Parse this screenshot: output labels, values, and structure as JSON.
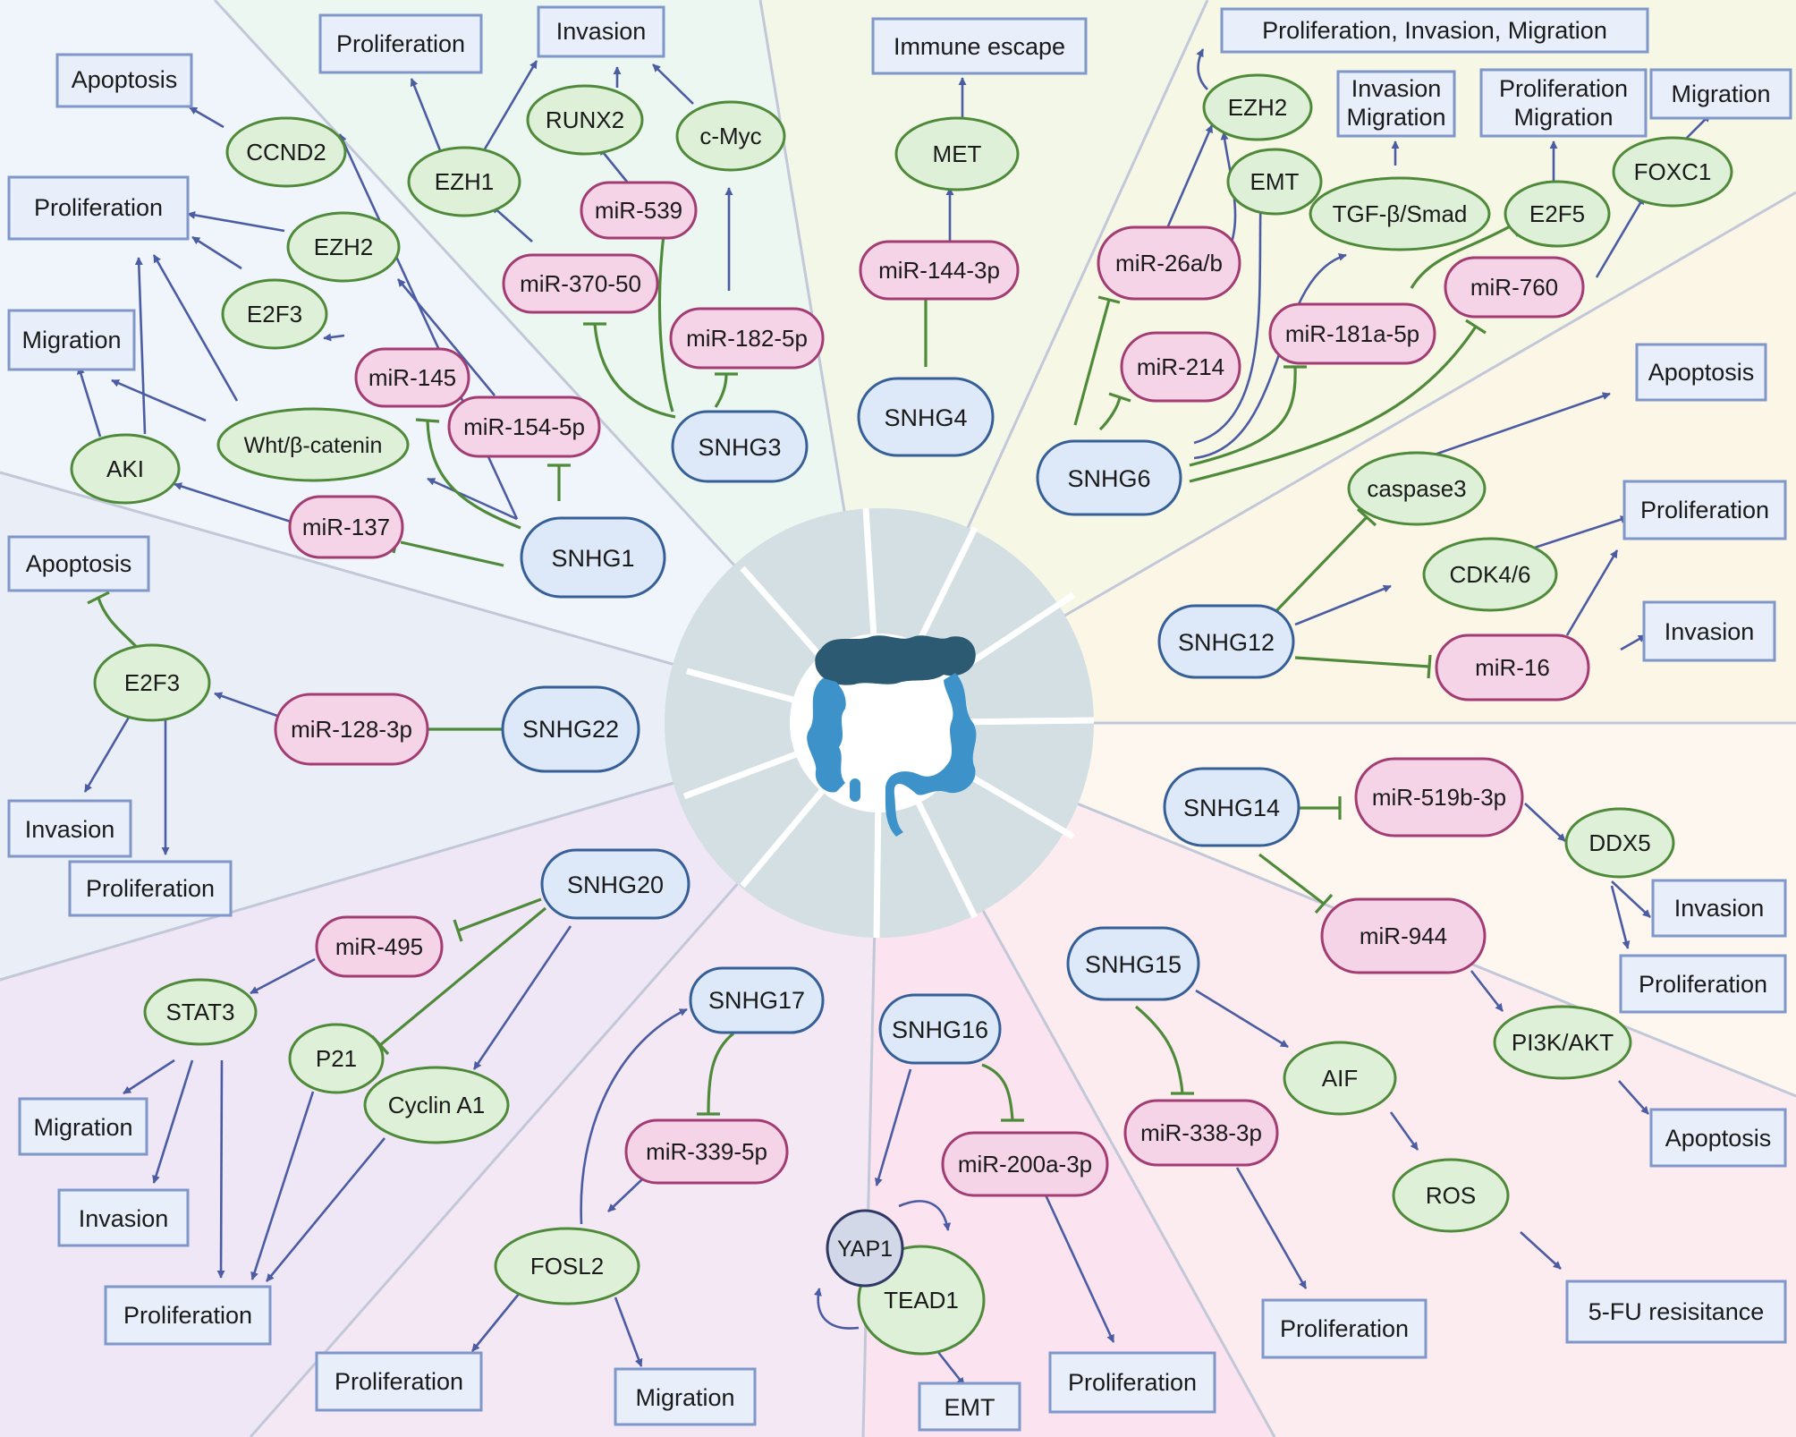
{
  "colors": {
    "outcome_fill": "#e9eefb",
    "outcome_stroke": "#7f97c9",
    "snhg_fill": "#dde9f8",
    "snhg_stroke": "#355f96",
    "mirna_fill": "#f6d4e8",
    "mirna_stroke": "#a23c73",
    "gene_fill": "#dff0d8",
    "gene_stroke": "#4e8a3a",
    "yap1_fill": "#d2d8e8",
    "yap1_stroke": "#2f3a64",
    "activation_arrow": "#4b5ca3",
    "inhibition_line": "#4e8a3a",
    "center_ring": "#d3dfe2",
    "colon_upper": "#2c5a73",
    "colon_lower": "#3d92c9"
  },
  "icons": {
    "center": "colon-icon"
  },
  "nodes": {
    "snhg1": "SNHG1",
    "snhg3": "SNHG3",
    "snhg4": "SNHG4",
    "snhg6": "SNHG6",
    "snhg12": "SNHG12",
    "snhg14": "SNHG14",
    "snhg15": "SNHG15",
    "snhg16": "SNHG16",
    "snhg17": "SNHG17",
    "snhg20": "SNHG20",
    "snhg22": "SNHG22",
    "mir_137": "miR-137",
    "mir_145": "miR-145",
    "mir_154_5p": "miR-154-5p",
    "mir_370_50": "miR-370-50",
    "mir_539": "miR-539",
    "mir_182_5p": "miR-182-5p",
    "mir_144_3p": "miR-144-3p",
    "mir_26ab": "miR-26a/b",
    "mir_214": "miR-214",
    "mir_181a_5p": "miR-181a-5p",
    "mir_760": "miR-760",
    "mir_16": "miR-16",
    "mir_519b_3p": "miR-519b-3p",
    "mir_944": "miR-944",
    "mir_338_3p": "miR-338-3p",
    "mir_200a_3p": "miR-200a-3p",
    "mir_339_5p": "miR-339-5p",
    "mir_495": "miR-495",
    "mir_128_3p": "miR-128-3p",
    "ccnd2": "CCND2",
    "ezh2_s1": "EZH2",
    "e2f3_s1": "E2F3",
    "wnt": "Wht/β-catenin",
    "aki": "AKI",
    "ezh1": "EZH1",
    "runx2": "RUNX2",
    "cmyc": "c-Myc",
    "met": "MET",
    "ezh2_s6": "EZH2",
    "emt_s6": "EMT",
    "tgfb": "TGF-β/Smad",
    "e2f5": "E2F5",
    "foxc1": "FOXC1",
    "caspase3": "caspase3",
    "cdk46": "CDK4/6",
    "ddx5": "DDX5",
    "pi3k": "PI3K/AKT",
    "aif": "AIF",
    "ros": "ROS",
    "yap1": "YAP1",
    "tead1": "TEAD1",
    "fosl2": "FOSL2",
    "stat3": "STAT3",
    "p21": "P21",
    "cyclina1": "Cyclin A1",
    "e2f3_s22": "E2F3",
    "o_apoptosis_tl": "Apoptosis",
    "o_prolif_tl": "Proliferation",
    "o_migration_tl": "Migration",
    "o_prolif_s3": "Proliferation",
    "o_invasion_s3": "Invasion",
    "o_immune": "Immune escape",
    "o_pim": "Proliferation, Invasion, Migration",
    "o_invmig_1": "Invasion",
    "o_invmig_2": "Migration",
    "o_promig_1": "Proliferation",
    "o_promig_2": "Migration",
    "o_migration_s6": "Migration",
    "o_apoptosis_s12": "Apoptosis",
    "o_prolif_s12": "Proliferation",
    "o_invasion_s12": "Invasion",
    "o_invasion_s14": "Invasion",
    "o_prolif_s14": "Proliferation",
    "o_apoptosis_s14": "Apoptosis",
    "o_prolif_s15": "Proliferation",
    "o_5fu": "5-FU resisitance",
    "o_emt_s16": "EMT",
    "o_prolif_s16": "Proliferation",
    "o_prolif_s17": "Proliferation",
    "o_migration_s17": "Migration",
    "o_migration_s20": "Migration",
    "o_invasion_s20": "Invasion",
    "o_prolif_s20": "Proliferation",
    "o_apoptosis_s22": "Apoptosis",
    "o_invasion_s22": "Invasion",
    "o_prolif_s22": "Proliferation"
  }
}
